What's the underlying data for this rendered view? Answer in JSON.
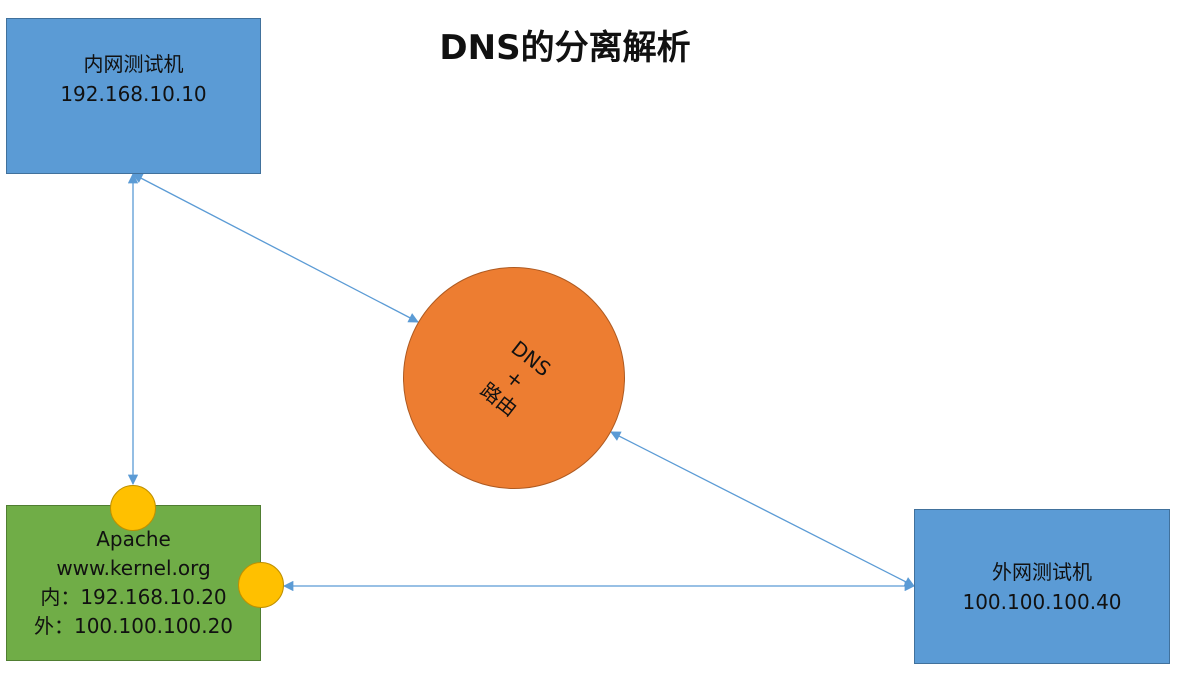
{
  "title": "DNS的分离解析",
  "intranet_host": {
    "name": "内网测试机",
    "ip": "192.168.10.10"
  },
  "extranet_host": {
    "name": "外网测试机",
    "ip": "100.100.100.40"
  },
  "server": {
    "service": "Apache",
    "domain": "www.kernel.org",
    "inner_label": "内：",
    "inner_ip": "192.168.10.20",
    "outer_label": "外：",
    "outer_ip": "100.100.100.20"
  },
  "router": {
    "line1": "DNS",
    "line2": "+",
    "line3": "路由"
  },
  "colors": {
    "host_box": "#5b9bd5",
    "server_box": "#70ad47",
    "router_node": "#ed7d31",
    "interface_port": "#ffc000",
    "connector": "#5b9bd5"
  }
}
